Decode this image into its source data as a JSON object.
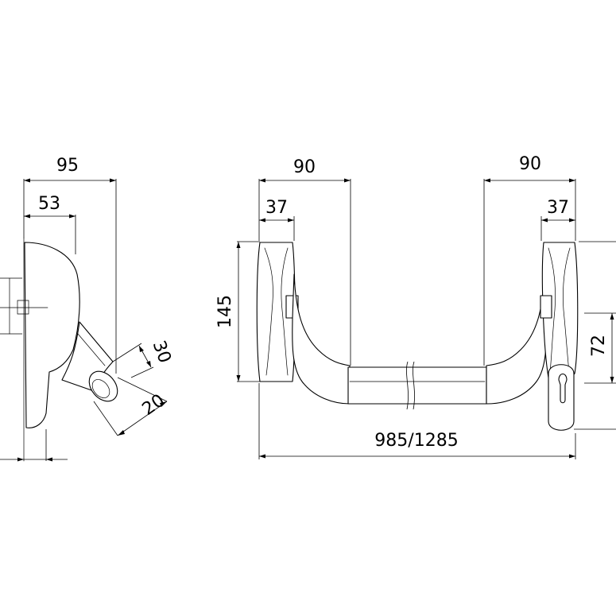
{
  "dimensions": {
    "side_overall_depth": "95",
    "side_pad_depth": "53",
    "bar_diameter_30": "30",
    "bar_diameter_20": "20",
    "left_bracket_depth": "90",
    "left_bracket_plate_depth": "37",
    "right_bracket_depth": "90",
    "right_bracket_plate_depth": "37",
    "plate_height": "145",
    "cylinder_offset": "72",
    "overall_width": "985/1285"
  },
  "colors": {
    "line": "#000000",
    "background": "#ffffff"
  }
}
